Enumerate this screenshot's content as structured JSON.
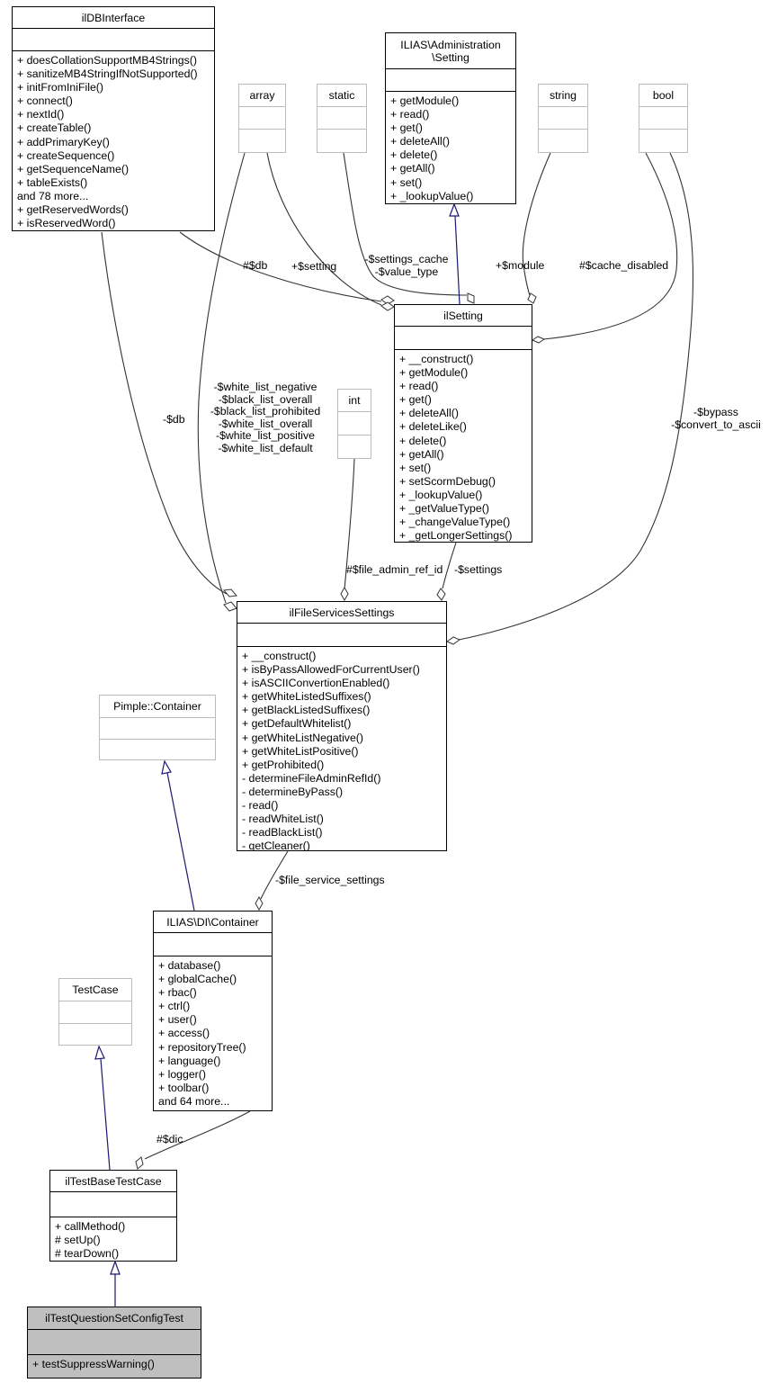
{
  "diagram": {
    "kind": "uml-collaboration-graph",
    "colors": {
      "edge": "#333333",
      "inheritance": "#191970",
      "class_border": "#000000",
      "external_border": "#bcbcbc",
      "highlight_fill": "#bfbfbf"
    },
    "classes": {
      "ildbinterface": {
        "title": "ilDBInterface",
        "methods": [
          "+ doesCollationSupportMB4Strings()",
          "+ sanitizeMB4StringIfNotSupported()",
          "+ initFromIniFile()",
          "+ connect()",
          "+ nextId()",
          "+ createTable()",
          "+ addPrimaryKey()",
          "+ createSequence()",
          "+ getSequenceName()",
          "+ tableExists()",
          "and 78 more...",
          "+ getReservedWords()",
          "+ isReservedWord()"
        ]
      },
      "admin_setting": {
        "title_lines": [
          "ILIAS\\Administration",
          "\\Setting"
        ],
        "methods": [
          "+ getModule()",
          "+ read()",
          "+ get()",
          "+ deleteAll()",
          "+ delete()",
          "+ getAll()",
          "+ set()",
          "+ _lookupValue()"
        ]
      },
      "array": {
        "title": "array"
      },
      "static": {
        "title": "static"
      },
      "string": {
        "title": "string"
      },
      "bool": {
        "title": "bool"
      },
      "int": {
        "title": "int"
      },
      "ilsetting": {
        "title": "ilSetting",
        "methods": [
          "+ __construct()",
          "+ getModule()",
          "+ read()",
          "+ get()",
          "+ deleteAll()",
          "+ deleteLike()",
          "+ delete()",
          "+ getAll()",
          "+ set()",
          "+ setScormDebug()",
          "+ _lookupValue()",
          "+ _getValueType()",
          "+ _changeValueType()",
          "+ _getLongerSettings()"
        ]
      },
      "ilfileservicessettings": {
        "title": "ilFileServicesSettings",
        "methods": [
          "+ __construct()",
          "+ isByPassAllowedForCurrentUser()",
          "+ isASCIIConvertionEnabled()",
          "+ getWhiteListedSuffixes()",
          "+ getBlackListedSuffixes()",
          "+ getDefaultWhitelist()",
          "+ getWhiteListNegative()",
          "+ getWhiteListPositive()",
          "+ getProhibited()",
          "- determineFileAdminRefId()",
          "- determineByPass()",
          "- read()",
          "- readWhiteList()",
          "- readBlackList()",
          "- getCleaner()"
        ]
      },
      "pimple_container": {
        "title": "Pimple::Container"
      },
      "di_container": {
        "title": "ILIAS\\DI\\Container",
        "methods": [
          "+ database()",
          "+ globalCache()",
          "+ rbac()",
          "+ ctrl()",
          "+ user()",
          "+ access()",
          "+ repositoryTree()",
          "+ language()",
          "+ logger()",
          "+ toolbar()",
          "and 64 more..."
        ]
      },
      "testcase": {
        "title": "TestCase"
      },
      "iltestbasetestcase": {
        "title": "ilTestBaseTestCase",
        "methods": [
          "+ callMethod()",
          "# setUp()",
          "# tearDown()"
        ]
      },
      "iltestquestionsetconfigtest": {
        "title": "ilTestQuestionSetConfigTest",
        "methods": [
          "+ testSuppressWarning()"
        ]
      }
    },
    "edge_labels": {
      "db_to_ilsetting": "#$db",
      "setting_member": "+$setting",
      "settings_cache_lines": [
        "-$settings_cache",
        "-$value_type"
      ],
      "module_member": "+$module",
      "cache_disabled": "#$cache_disabled",
      "db_to_file": "-$db",
      "white_list_lines": [
        "-$white_list_negative",
        "-$black_list_overall",
        "-$black_list_prohibited",
        "-$white_list_overall",
        "-$white_list_positive",
        "-$white_list_default"
      ],
      "file_admin_ref_id": "#$file_admin_ref_id",
      "settings_member": "-$settings",
      "bypass_lines": [
        "-$bypass",
        "-$convert_to_ascii"
      ],
      "file_service_settings": "-$file_service_settings",
      "dic_member": "#$dic"
    }
  }
}
